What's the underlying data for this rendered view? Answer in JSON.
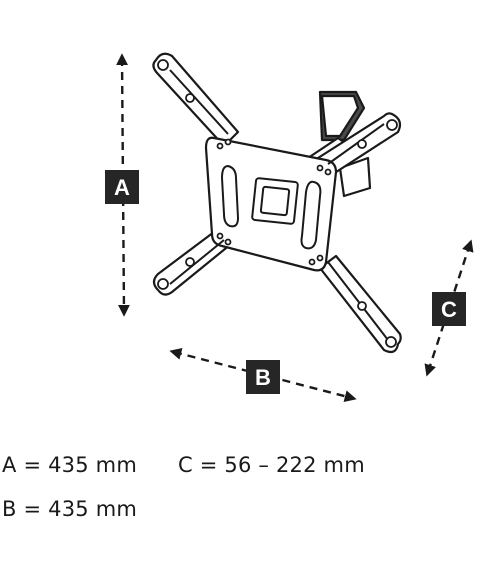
{
  "badges": {
    "a": "A",
    "b": "B",
    "c": "C"
  },
  "dimensions": {
    "a": "A = 435 mm",
    "b": "B = 435 mm",
    "c": "C = 56 – 222 mm"
  },
  "colors": {
    "line": "#1a1a1a",
    "badge": "#262626",
    "background": "#ffffff"
  }
}
